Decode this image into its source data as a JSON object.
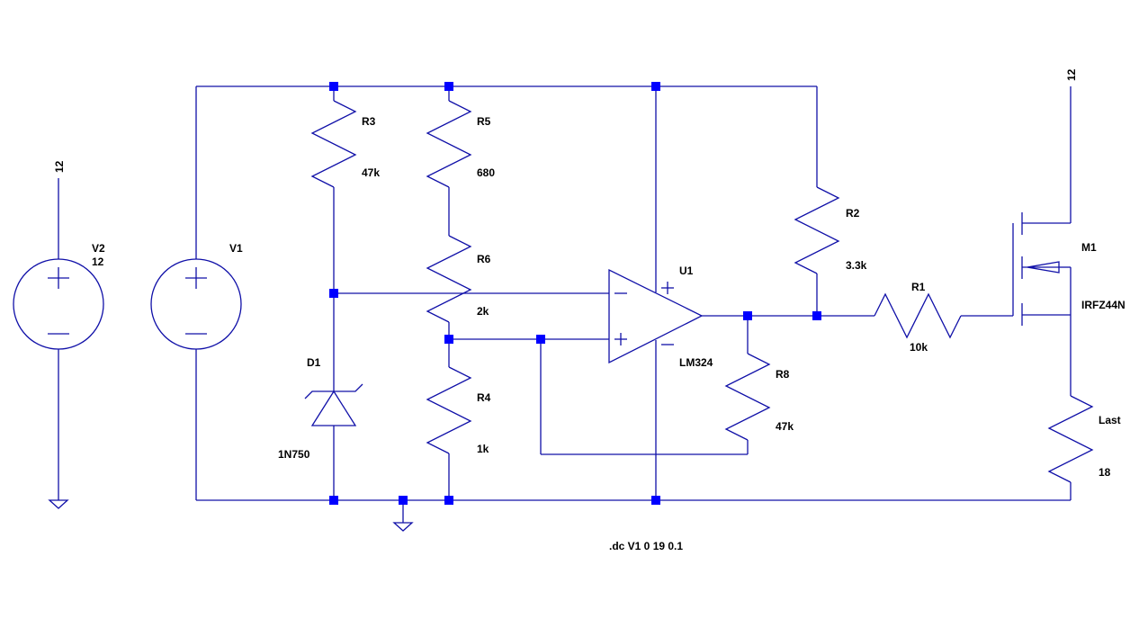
{
  "colors": {
    "wire": "#1010a8",
    "junction": "#0000ff",
    "text": "#000000",
    "background": "#ffffff"
  },
  "components": {
    "v2": {
      "name": "V2",
      "value": "12",
      "net": "12"
    },
    "v1": {
      "name": "V1"
    },
    "r3": {
      "name": "R3",
      "value": "47k"
    },
    "r5": {
      "name": "R5",
      "value": "680"
    },
    "r6": {
      "name": "R6",
      "value": "2k"
    },
    "r4": {
      "name": "R4",
      "value": "1k"
    },
    "d1": {
      "name": "D1",
      "value": "1N750"
    },
    "u1": {
      "name": "U1",
      "value": "LM324"
    },
    "r8": {
      "name": "R8",
      "value": "47k"
    },
    "r2": {
      "name": "R2",
      "value": "3.3k"
    },
    "r1": {
      "name": "R1",
      "value": "10k"
    },
    "m1": {
      "name": "M1",
      "value": "IRFZ44N",
      "net": "12"
    },
    "load": {
      "name": "Last",
      "value": "18"
    }
  },
  "directive": ".dc V1 0 19 0.1"
}
